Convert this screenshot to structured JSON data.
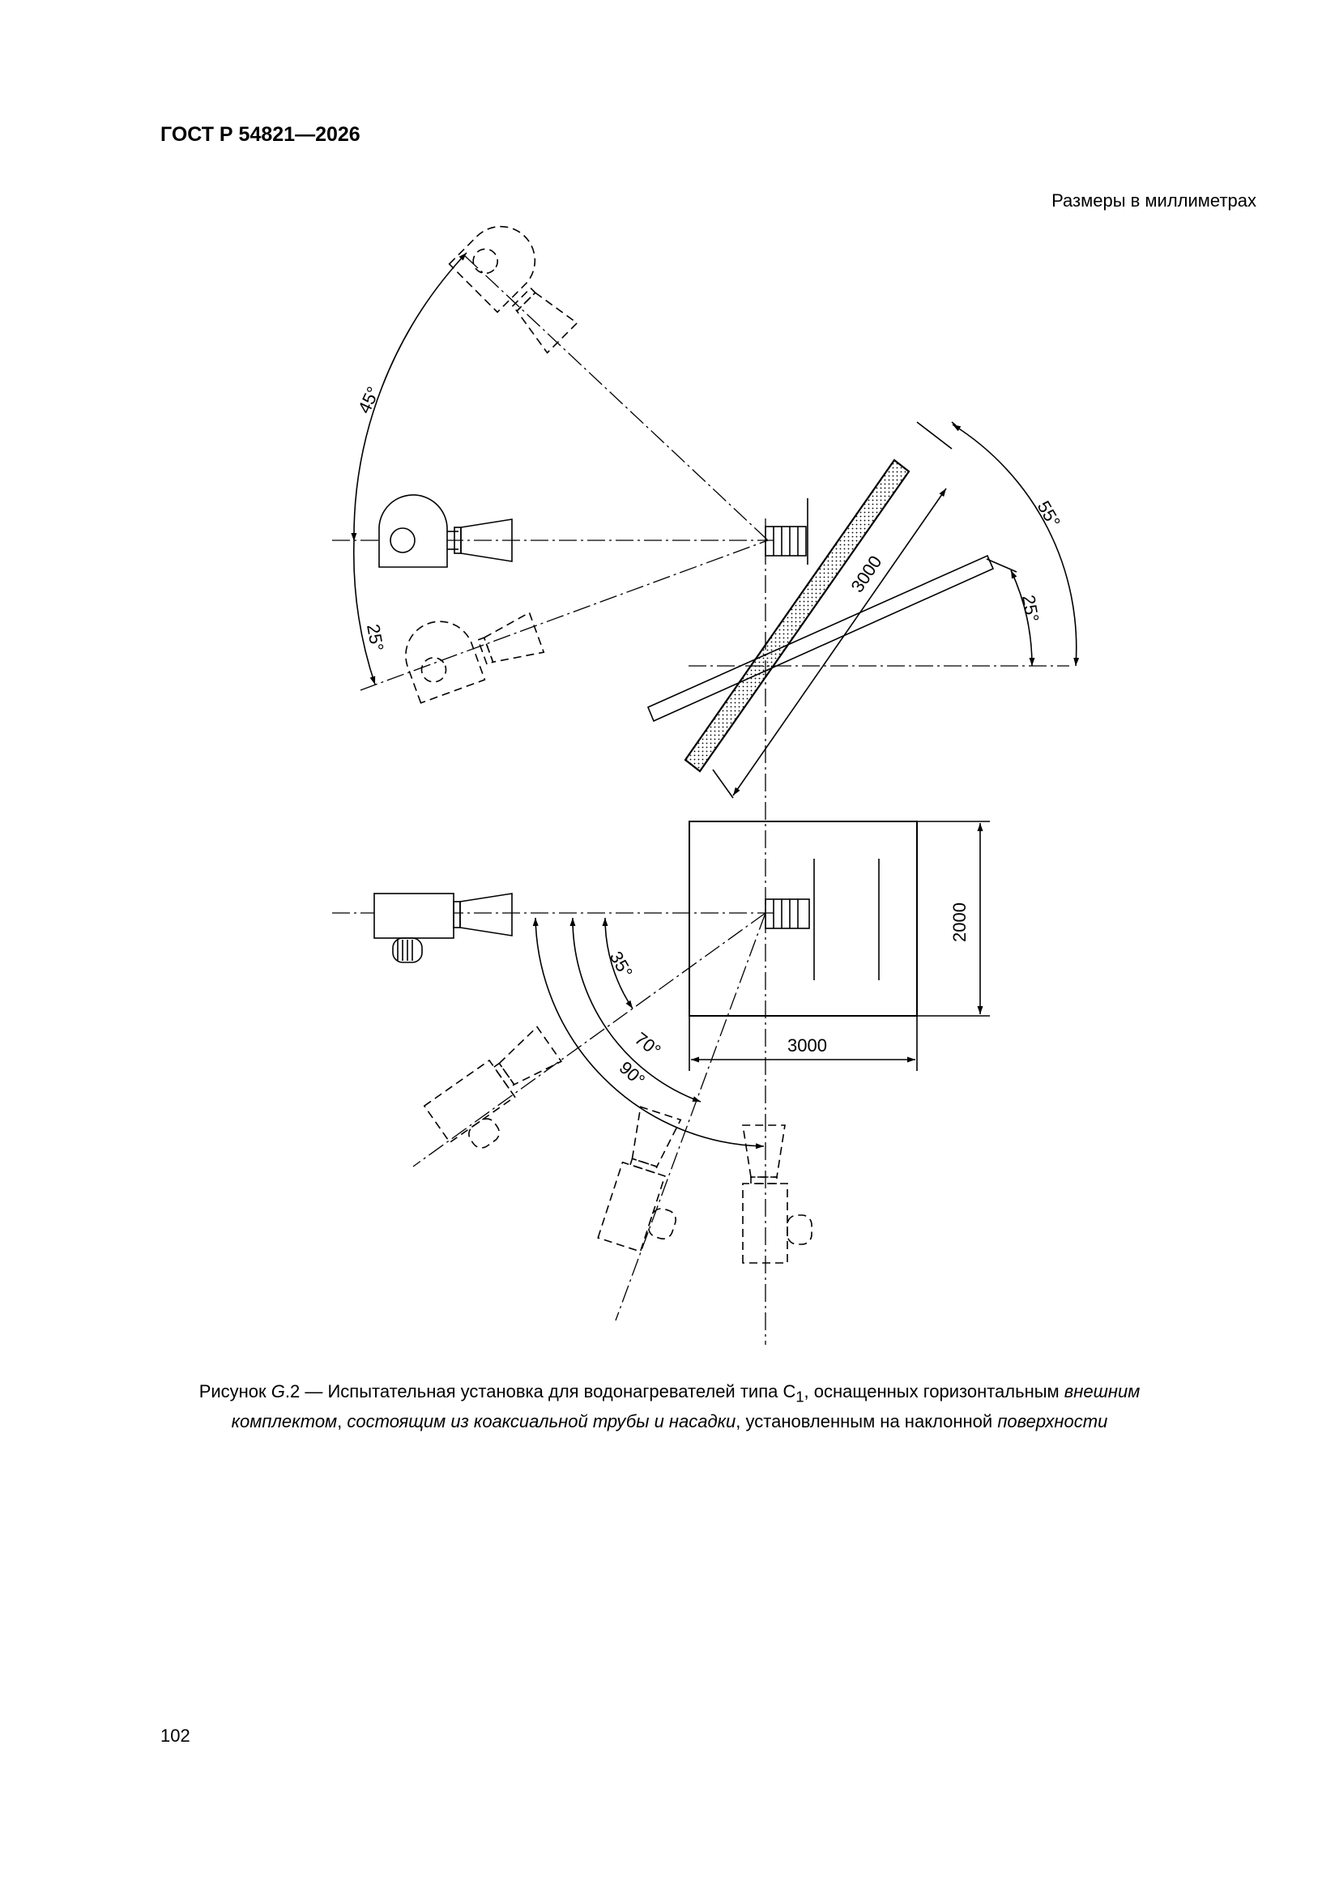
{
  "header": {
    "standard": "ГОСТ Р 54821—2026"
  },
  "units_note": "Размеры в миллиметрах",
  "drawing": {
    "angle_labels": {
      "upper_45": "45°",
      "upper_25_left": "25°",
      "upper_55": "55°",
      "upper_25_right": "25°",
      "lower_35": "35°",
      "lower_70": "70°",
      "lower_90": "90°"
    },
    "dimension_labels": {
      "slope_length": "3000",
      "wall_height": "2000",
      "wall_width": "3000"
    }
  },
  "caption": {
    "p1": "Рисунок ",
    "p2": "G",
    "p3": ".2 — Испытательная установка для водонагревателей типа С",
    "p4": "1",
    "p5": ", оснащенных горизонтальным ",
    "p6": "внешним",
    "p7": "комплектом",
    "p8": ", ",
    "p9": "состоящим из коаксиальной трубы и насадки",
    "p10": ", установленным на наклонной ",
    "p11": "поверхности"
  },
  "page_number": "102"
}
